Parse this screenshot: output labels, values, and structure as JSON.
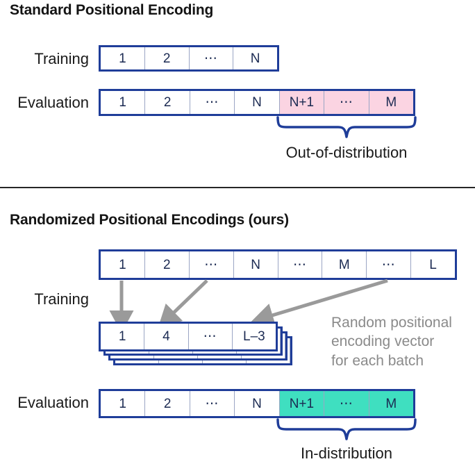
{
  "figure": {
    "colors": {
      "strip_border": "#1f3d99",
      "cell_divider": "#9aa5c4",
      "ood_fill": "#fbd4e2",
      "ind_fill": "#3fdfc0",
      "brace": "#1f3d99",
      "arrow": "#9a9a9a",
      "note_text": "#8a8a8a",
      "divider_rule": "#262626"
    }
  },
  "panel_top": {
    "heading": "Standard Positional Encoding",
    "training": {
      "label": "Training",
      "cells": [
        {
          "text": "1",
          "fill": "white"
        },
        {
          "text": "2",
          "fill": "white"
        },
        {
          "text": "⋯",
          "fill": "white"
        },
        {
          "text": "N",
          "fill": "white"
        }
      ]
    },
    "evaluation": {
      "label": "Evaluation",
      "cells": [
        {
          "text": "1",
          "fill": "white"
        },
        {
          "text": "2",
          "fill": "white"
        },
        {
          "text": "⋯",
          "fill": "white"
        },
        {
          "text": "N",
          "fill": "white"
        },
        {
          "text": "N+1",
          "fill": "pink"
        },
        {
          "text": "⋯",
          "fill": "pink"
        },
        {
          "text": "M",
          "fill": "pink"
        }
      ]
    },
    "brace_caption": "Out-of-distribution"
  },
  "panel_bottom": {
    "heading": "Randomized Positional Encodings (ours)",
    "training": {
      "label": "Training",
      "full_range_cells": [
        {
          "text": "1",
          "fill": "white"
        },
        {
          "text": "2",
          "fill": "white"
        },
        {
          "text": "⋯",
          "fill": "white"
        },
        {
          "text": "N",
          "fill": "white"
        },
        {
          "text": "⋯",
          "fill": "white"
        },
        {
          "text": "M",
          "fill": "white"
        },
        {
          "text": "⋯",
          "fill": "white"
        },
        {
          "text": "L",
          "fill": "white"
        }
      ],
      "sampled_cells": [
        {
          "text": "1",
          "fill": "white"
        },
        {
          "text": "4",
          "fill": "white"
        },
        {
          "text": "⋯",
          "fill": "white"
        },
        {
          "text": "L–3",
          "fill": "white"
        }
      ],
      "stack_copies": 3,
      "note": "Random positional\nencoding vector\nfor each batch"
    },
    "evaluation": {
      "label": "Evaluation",
      "cells": [
        {
          "text": "1",
          "fill": "white"
        },
        {
          "text": "2",
          "fill": "white"
        },
        {
          "text": "⋯",
          "fill": "white"
        },
        {
          "text": "N",
          "fill": "white"
        },
        {
          "text": "N+1",
          "fill": "teal"
        },
        {
          "text": "⋯",
          "fill": "teal"
        },
        {
          "text": "M",
          "fill": "teal"
        }
      ]
    },
    "brace_caption": "In-distribution"
  }
}
